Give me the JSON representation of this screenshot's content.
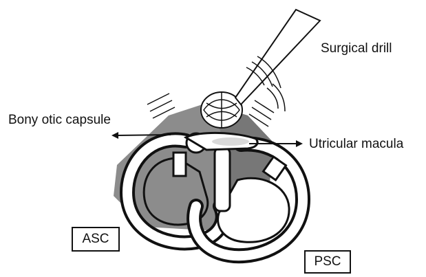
{
  "labels": {
    "surgical_drill": "Surgical drill",
    "bony_otic_capsule": "Bony otic capsule",
    "utricular_macula": "Utricular macula",
    "asc": "ASC",
    "psc": "PSC"
  },
  "colors": {
    "capsule_gray": "#8c8c8c",
    "capsule_dark": "#6e6e6e",
    "line": "#111111",
    "background": "#ffffff",
    "macula_fill": "#d9d9d9"
  },
  "icons": {
    "drill_bur": "drill-bur-icon",
    "vibration_marks": "vibration-lines-icon"
  }
}
